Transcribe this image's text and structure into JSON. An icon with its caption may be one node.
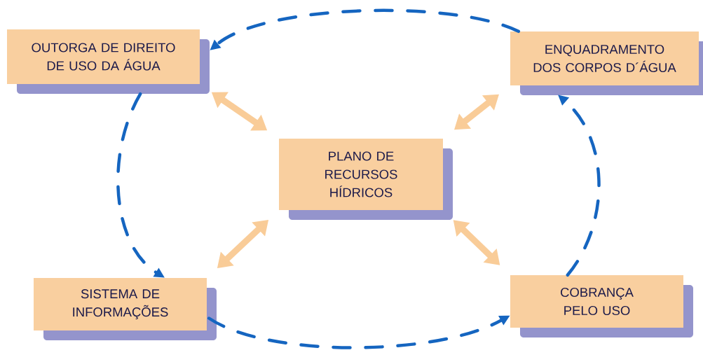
{
  "diagram": {
    "nodes": [
      {
        "text": [
          "OUTORGA DE DIREITO DE USO DA ÁGUA"
        ]
      },
      {
        "text": [
          "ENQUADRAMENTO DOS CORPOS D´ÁGUA"
        ]
      },
      {
        "text": [
          "PLANO DE RECURSOS HÍDRICOS"
        ]
      },
      {
        "text": [
          "SISTEMA DE INFORMAÇÕES"
        ]
      },
      {
        "text": [
          "COBRANÇA PELO USO"
        ]
      }
    ],
    "edges": [
      {
        "from": 1,
        "to": 0,
        "arrow": "to",
        "style": "dashed",
        "color": "#1565c0"
      },
      {
        "from": 0,
        "to": 3,
        "arrow": "to",
        "style": "dashed",
        "color": "#1565c0"
      },
      {
        "from": 3,
        "to": 4,
        "arrow": "to",
        "style": "dashed",
        "color": "#1565c0"
      },
      {
        "from": 4,
        "to": 1,
        "arrow": "to",
        "style": "dashed",
        "color": "#1565c0"
      },
      {
        "from": 0,
        "to": 2,
        "arrow": "both",
        "style": "thick",
        "color": "#f9cc98"
      },
      {
        "from": 1,
        "to": 2,
        "arrow": "both",
        "style": "thick",
        "color": "#f9cc98"
      },
      {
        "from": 3,
        "to": 2,
        "arrow": "both",
        "style": "thick",
        "color": "#f9cc98"
      },
      {
        "from": 4,
        "to": 2,
        "arrow": "both",
        "style": "thick",
        "color": "#f9cc98"
      }
    ]
  }
}
